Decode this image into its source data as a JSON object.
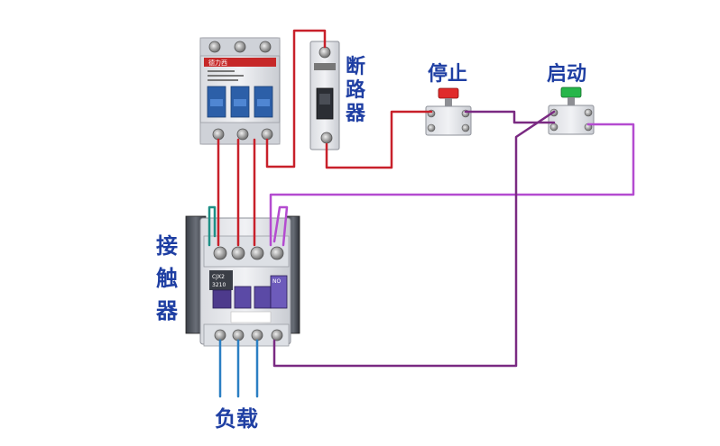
{
  "labels": {
    "breaker": [
      "断",
      "路",
      "器"
    ],
    "contactor": [
      "接",
      "触",
      "器"
    ],
    "stop": "停止",
    "start": "启动",
    "load": "负载"
  },
  "device_text": {
    "breaker_brand": "德力西",
    "contactor_model_line1": "CJX2",
    "contactor_model_line2": "3210",
    "contactor_aux": "NO"
  },
  "colors": {
    "label": "#1f3fa3",
    "phase_wire": "#c8202a",
    "control_wire": "#b44bd0",
    "return_wire": "#7a2a82",
    "load_wire": "#2b7fc3",
    "teal_wire": "#1e8f86",
    "stop_button": "#e02b2b",
    "start_button": "#27b64a"
  }
}
